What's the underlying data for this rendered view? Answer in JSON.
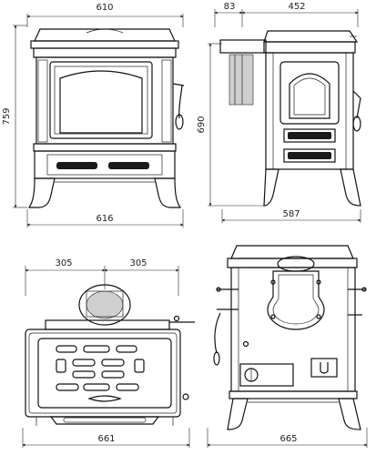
{
  "dimensions": {
    "front_width_top": "610",
    "front_height": "759",
    "front_width_bottom": "616",
    "side_offset_top": "83",
    "side_width_top": "452",
    "side_height": "690",
    "side_depth_bottom": "587",
    "top_half_left": "305",
    "top_half_right": "305",
    "top_width_bottom": "661",
    "rear_width_bottom": "665"
  },
  "colors": {
    "line": "#111111",
    "fill_dark": "#1a1a1a",
    "fill_grey": "#cfcfcf"
  }
}
